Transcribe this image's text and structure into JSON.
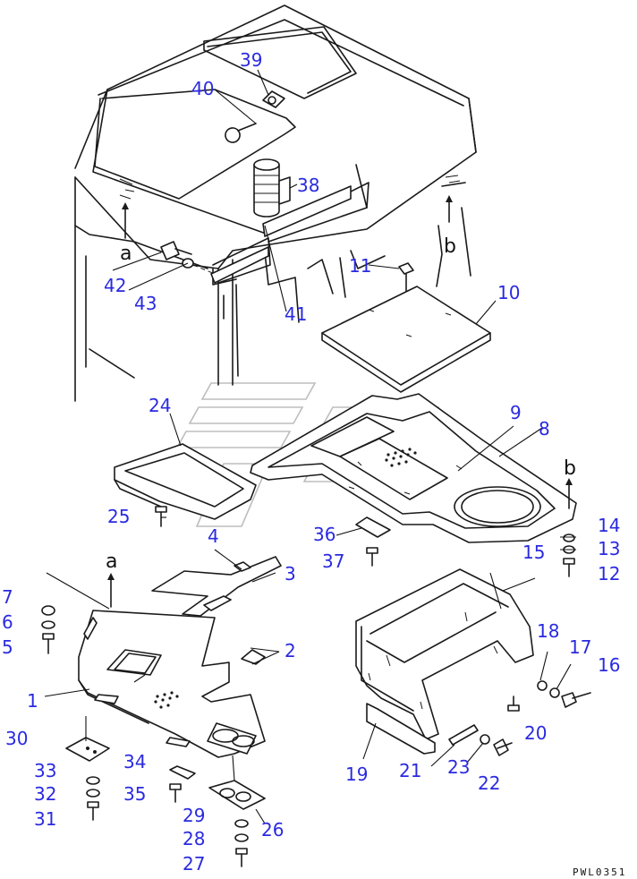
{
  "callouts": [
    "1",
    "2",
    "3",
    "4",
    "5",
    "6",
    "7",
    "8",
    "9",
    "10",
    "11",
    "12",
    "13",
    "14",
    "15",
    "16",
    "17",
    "18",
    "19",
    "20",
    "21",
    "22",
    "23",
    "24",
    "25",
    "26",
    "27",
    "28",
    "29",
    "30",
    "31",
    "32",
    "33",
    "34",
    "35",
    "36",
    "37",
    "38",
    "39",
    "40",
    "41",
    "42",
    "43"
  ],
  "refs": [
    "a",
    "b",
    "a",
    "b"
  ],
  "drawing_code": "PWL0351"
}
